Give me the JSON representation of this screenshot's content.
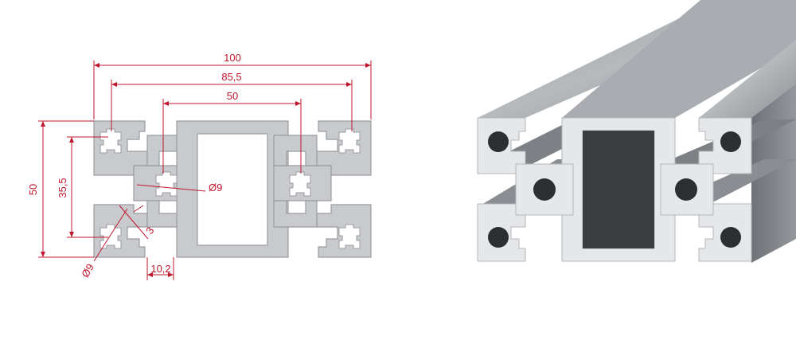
{
  "drawing": {
    "dimensions": {
      "width_overall": "100",
      "width_slot_outer": "85,5",
      "width_slot_inner": "50",
      "height_overall": "50",
      "height_slot": "35,5",
      "bore_center": "Ø9",
      "bore_corner": "Ø9",
      "slot_opening": "10,2",
      "wall_thickness": "3"
    }
  },
  "colors": {
    "dimension_line": "#c0182f",
    "profile_fill": "#c9cacd",
    "profile_stroke": "#9a9c9f"
  }
}
